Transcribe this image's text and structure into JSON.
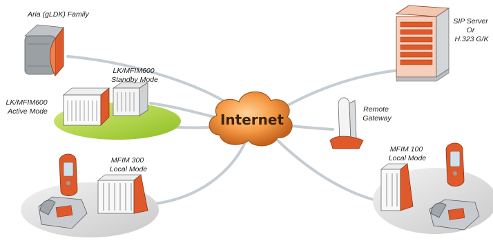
{
  "diagram": {
    "center": {
      "label": "Internet"
    },
    "nodes": [
      {
        "id": "aria",
        "lines": [
          "Aria (gLDK) Family"
        ]
      },
      {
        "id": "lk-standby",
        "lines": [
          "LK/MFIM600",
          "Standby Mode"
        ]
      },
      {
        "id": "lk-active",
        "lines": [
          "LK/MFIM600",
          "Active Mode"
        ]
      },
      {
        "id": "mfim300",
        "lines": [
          "MFIM 300",
          "Local Mode"
        ]
      },
      {
        "id": "sip",
        "lines": [
          "SIP Server",
          "Or",
          "H.323 G/K"
        ]
      },
      {
        "id": "remote",
        "lines": [
          "Remote",
          "Gateway"
        ]
      },
      {
        "id": "mfim100",
        "lines": [
          "MFIM 100",
          "Local Mode"
        ]
      }
    ],
    "colors": {
      "accent": "#e0592a",
      "cloud": "#f08a3a",
      "link": "#c5cdd3",
      "pad_green": "#a9cf3c",
      "pad_gray": "#dcdcdc"
    }
  }
}
